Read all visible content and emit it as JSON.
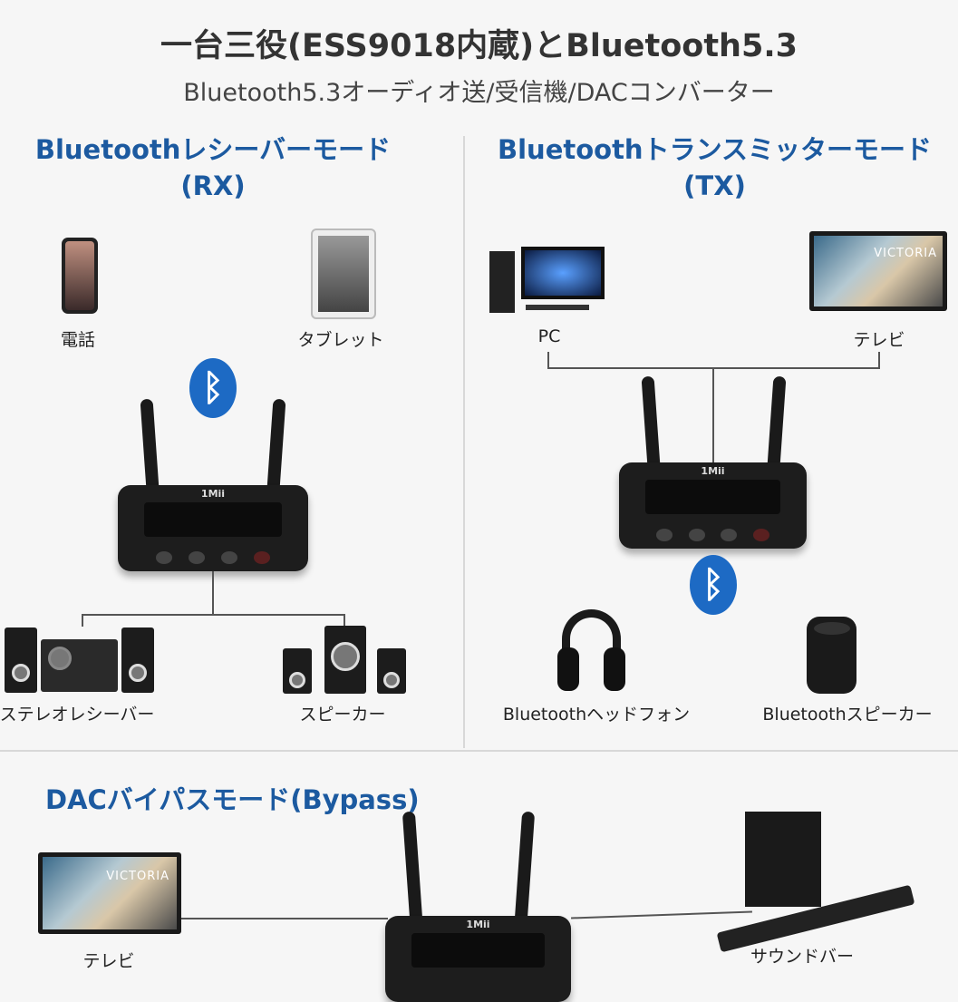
{
  "header": {
    "title": "一台三役(ESS9018内蔵)とBluetooth5.3",
    "subtitle": "Bluetooth5.3オーディオ送/受信機/DACコンバーター"
  },
  "rx": {
    "title": "Bluetoothレシーバーモード",
    "mode": "(RX)",
    "sources": [
      "電話",
      "タブレット"
    ],
    "outputs": [
      "ステレオレシーバー",
      "スピーカー"
    ]
  },
  "tx": {
    "title": "Bluetoothトランスミッターモード",
    "mode": "(TX)",
    "sources": [
      "PC",
      "テレビ"
    ],
    "outputs": [
      "Bluetoothヘッドフォン",
      "Bluetoothスピーカー"
    ]
  },
  "bypass": {
    "title": "DACバイパスモード(Bypass)",
    "source": "テレビ",
    "output": "サウンドバー"
  },
  "device": {
    "logo": "1Mii"
  },
  "tv_screen_text": "VICTORIA",
  "icons": {
    "bluetooth": "bluetooth-icon"
  },
  "colors": {
    "accent": "#1c5aa0",
    "bluetooth": "#1d6ac4"
  }
}
